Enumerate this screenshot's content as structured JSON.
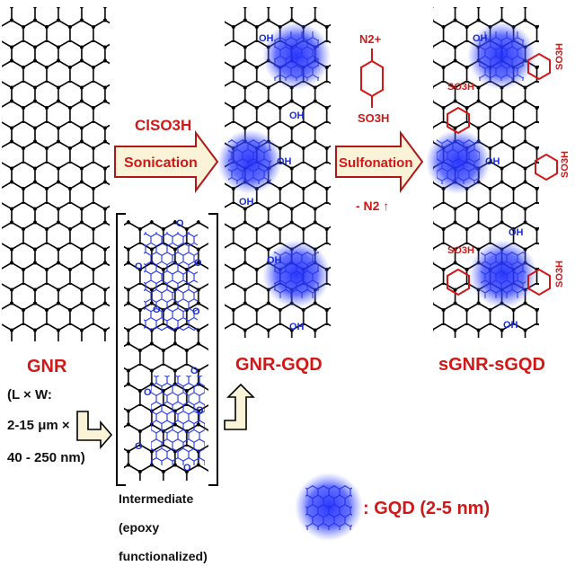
{
  "labels": {
    "gnr": "GNR",
    "gnr_dims_1": "(L × W:",
    "gnr_dims_2": "2-15 μm ×",
    "gnr_dims_3": "40 - 250 nm)",
    "gnr_gqd": "GNR-GQD",
    "sgnr_sgqd": "sGNR-sGQD",
    "intermediate_1": "Intermediate",
    "intermediate_2": "(epoxy",
    "intermediate_3": "functionalized)",
    "gqd_legend": ": GQD (2-5 nm)"
  },
  "step1": {
    "reagent": "ClSO3H",
    "process": "Sonication"
  },
  "step2": {
    "reagent_top": "N2+",
    "reagent_bottom": "SO3H",
    "process": "Sulfonation",
    "byproduct": "- N2 ↑"
  },
  "groups": {
    "oh": "OH",
    "so3h": "SO3H",
    "epoxy": "O"
  },
  "colors": {
    "red_label": "#d01818",
    "blue_dot": "#1f2cff",
    "blue_text": "#1a2bd8",
    "bond": "#000000",
    "arrow_fill": "#fbf3d8",
    "arrow_stroke": "#b01818"
  }
}
